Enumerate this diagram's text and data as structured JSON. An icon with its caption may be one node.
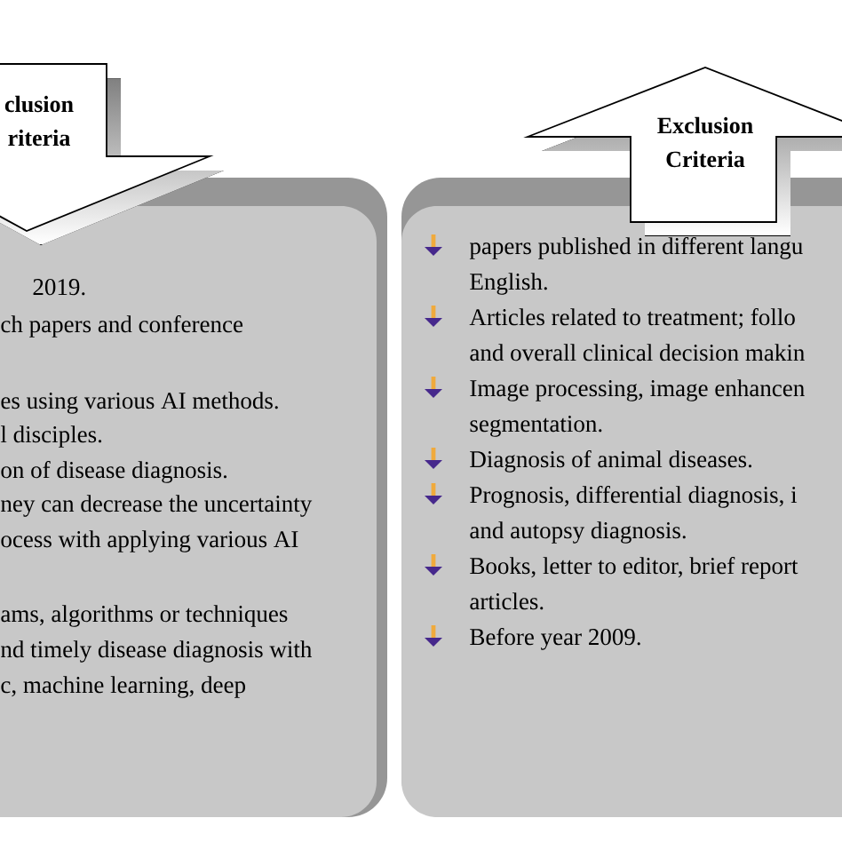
{
  "diagram": {
    "nodes": [
      {
        "text": [
          "clusion riteria"
        ]
      },
      {
        "text": [
          "2019.",
          "ch papers and conference",
          "es using various AI methods.",
          "l disciples.",
          "on of disease diagnosis.",
          "ney can decrease the uncertainty",
          "ocess with applying various AI",
          "ams, algorithms or techniques",
          "nd timely disease diagnosis with",
          "c, machine learning, deep"
        ]
      },
      {
        "text": [
          "Exclusion Criteria"
        ]
      },
      {
        "text": [
          "papers published in different langu",
          "English.",
          "Articles related to treatment; follo",
          "and overall clinical decision makin",
          "Image processing, image enhancen",
          "segmentation.",
          "Diagnosis of animal diseases.",
          "Prognosis, differential diagnosis, i",
          "and autopsy diagnosis.",
          "Books, letter to editor, brief report",
          "articles.",
          "Before year 2009."
        ]
      }
    ],
    "edges": []
  }
}
